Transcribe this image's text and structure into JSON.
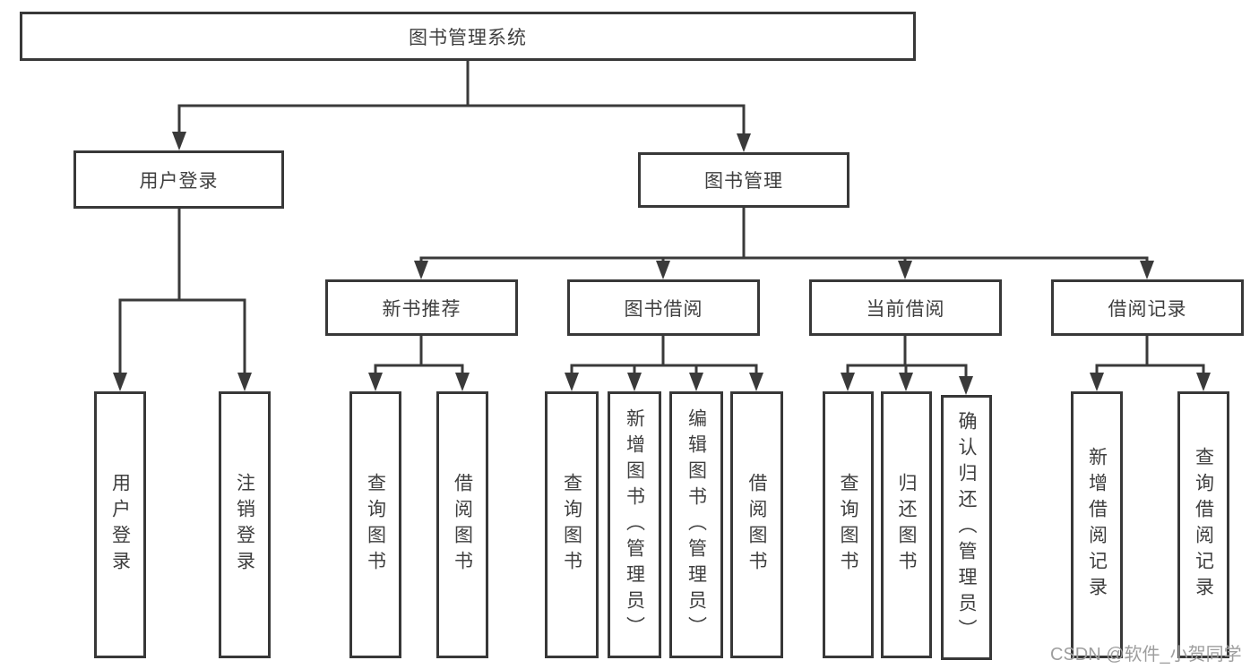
{
  "diagram": {
    "type": "hierarchy-tree",
    "nodes": [
      {
        "id": "system",
        "label": "图书管理系统",
        "parent": null,
        "text_orientation": "horizontal"
      },
      {
        "id": "user-login",
        "label": "用户登录",
        "parent": "system",
        "text_orientation": "horizontal"
      },
      {
        "id": "book-management",
        "label": "图书管理",
        "parent": "system",
        "text_orientation": "horizontal"
      },
      {
        "id": "new-book-recommend",
        "label": "新书推荐",
        "parent": "book-management",
        "text_orientation": "horizontal"
      },
      {
        "id": "book-borrowing",
        "label": "图书借阅",
        "parent": "book-management",
        "text_orientation": "horizontal"
      },
      {
        "id": "current-borrowing",
        "label": "当前借阅",
        "parent": "book-management",
        "text_orientation": "horizontal"
      },
      {
        "id": "borrowing-records",
        "label": "借阅记录",
        "parent": "book-management",
        "text_orientation": "horizontal"
      },
      {
        "id": "login-action",
        "label": "用户登录",
        "parent": "user-login",
        "text_orientation": "vertical"
      },
      {
        "id": "logout-action",
        "label": "注销登录",
        "parent": "user-login",
        "text_orientation": "vertical"
      },
      {
        "id": "rec-query-books",
        "label": "查询图书",
        "parent": "new-book-recommend",
        "text_orientation": "vertical"
      },
      {
        "id": "rec-borrow-books",
        "label": "借阅图书",
        "parent": "new-book-recommend",
        "text_orientation": "vertical"
      },
      {
        "id": "bb-query-books",
        "label": "查询图书",
        "parent": "book-borrowing",
        "text_orientation": "vertical"
      },
      {
        "id": "bb-add-books",
        "label": "新增图书（管理员）",
        "parent": "book-borrowing",
        "text_orientation": "vertical"
      },
      {
        "id": "bb-edit-books",
        "label": "编辑图书（管理员）",
        "parent": "book-borrowing",
        "text_orientation": "vertical"
      },
      {
        "id": "bb-borrow-books",
        "label": "借阅图书",
        "parent": "book-borrowing",
        "text_orientation": "vertical"
      },
      {
        "id": "cb-query-books",
        "label": "查询图书",
        "parent": "current-borrowing",
        "text_orientation": "vertical"
      },
      {
        "id": "cb-return-books",
        "label": "归还图书",
        "parent": "current-borrowing",
        "text_orientation": "vertical"
      },
      {
        "id": "cb-confirm-return",
        "label": "确认归还（管理员）",
        "parent": "current-borrowing",
        "text_orientation": "vertical"
      },
      {
        "id": "br-add-record",
        "label": "新增借阅记录",
        "parent": "borrowing-records",
        "text_orientation": "vertical"
      },
      {
        "id": "br-query-record",
        "label": "查询借阅记录",
        "parent": "borrowing-records",
        "text_orientation": "vertical"
      }
    ]
  },
  "watermark": {
    "text": "CSDN @软件_小贺同学"
  },
  "colors": {
    "line": "#3a3a3a",
    "box_border": "#383838",
    "text": "#3f3f3f",
    "watermark": "#9e9e9e",
    "background": "#ffffff"
  }
}
